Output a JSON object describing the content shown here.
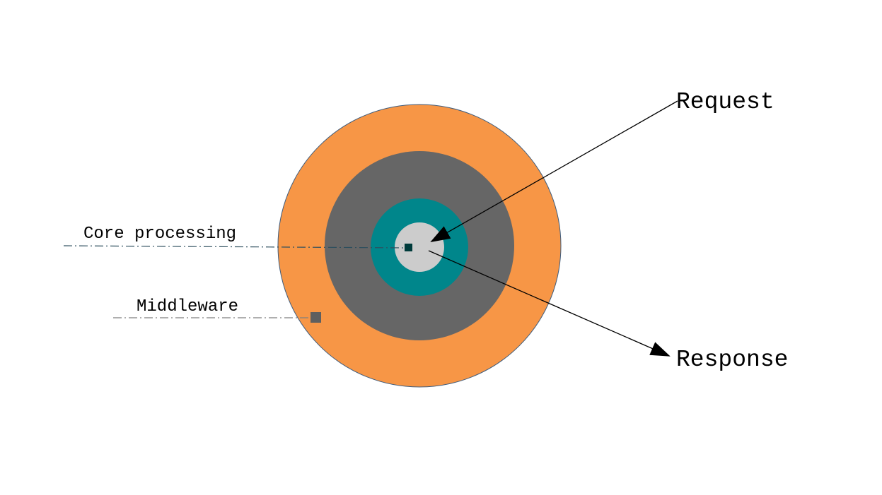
{
  "labels": {
    "request": "Request",
    "response": "Response",
    "core_processing": "Core processing",
    "middleware": "Middleware"
  },
  "colors": {
    "outer_ring": "#F79646",
    "middle_ring": "#666666",
    "inner_ring": "#00868B",
    "core": "#CCCCCC",
    "core_marker": "#003B3B",
    "middleware_marker": "#5F5F5F",
    "leader_core": "#2E4F5E",
    "leader_middleware": "#7F7F7F",
    "ring_outline": "#3E5C7D",
    "arrow": "#000000"
  }
}
